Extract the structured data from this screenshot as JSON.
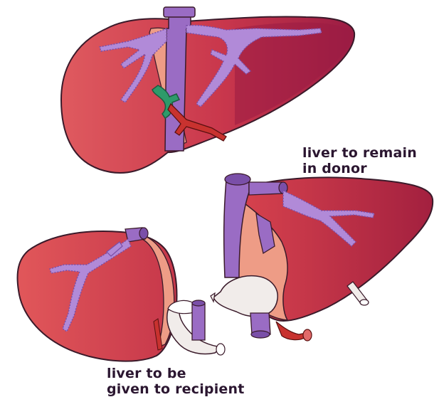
{
  "labels": {
    "donor_line1": "liver to remain",
    "donor_line2": "in donor",
    "recipient_line1": "liver to be",
    "recipient_line2": "given to recipient"
  },
  "colors": {
    "liver": "#d8474f",
    "liver_dark": "#a8243d",
    "liver_shadow": "#8e1c3a",
    "vessel_purple": "#9a6cc4",
    "vessel_purple_dark": "#7a4fa8",
    "inner_peach": "#ee9c86",
    "duct_green": "#2e9a6a",
    "gallbladder": "#f1ecea",
    "outline": "#3a1a2a"
  }
}
